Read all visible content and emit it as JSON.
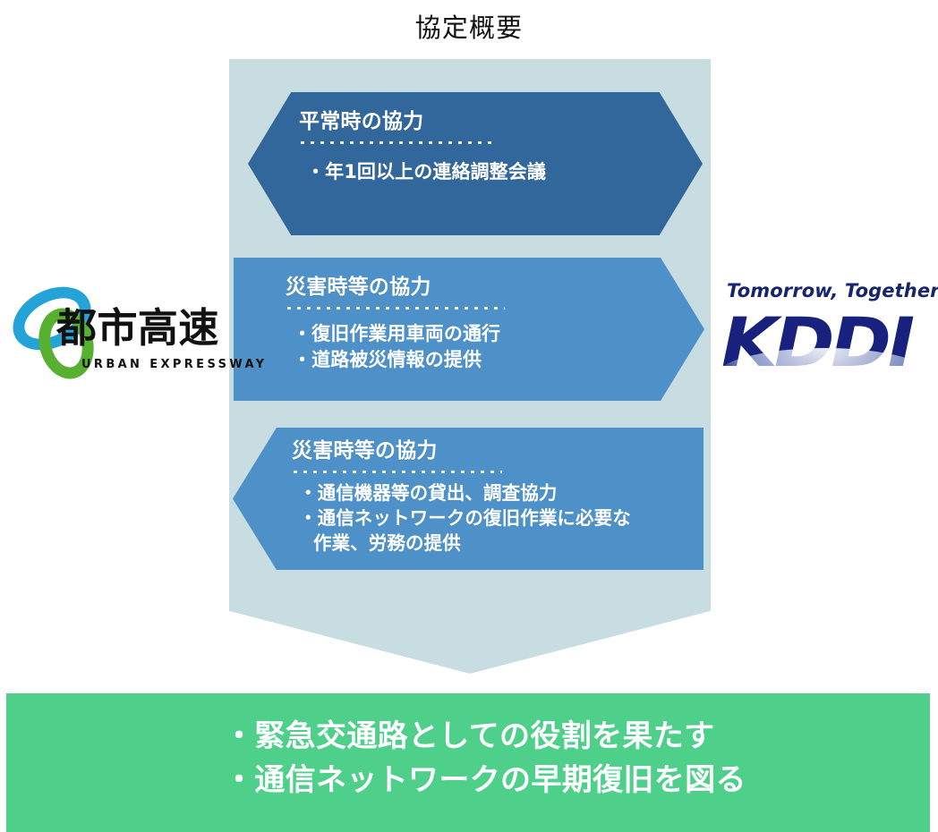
{
  "page": {
    "title": "協定概要",
    "background_color": "#ffffff"
  },
  "colors": {
    "panel": "#c7dde2",
    "block_dark_blue": "#31679b",
    "block_blue": "#4e90c8",
    "banner_green": "#4ed08b",
    "logo_blue_ring": "#23a3d8",
    "logo_green_ring": "#57b030",
    "kddi_navy": "#18217d",
    "text_white": "#ffffff",
    "text_black": "#111111"
  },
  "center_panel": {
    "shape": "down-arrow",
    "blocks": [
      {
        "id": "block-1",
        "shape": "double-headed-arrow",
        "heading": "平常時の協力",
        "items": [
          {
            "text": "・年1回以上の連絡調整会議",
            "continuation": false
          }
        ]
      },
      {
        "id": "block-2",
        "shape": "right-arrow",
        "heading": "災害時等の協力",
        "items": [
          {
            "text": "・復旧作業用車両の通行",
            "continuation": false
          },
          {
            "text": "・道路被災情報の提供",
            "continuation": false
          }
        ]
      },
      {
        "id": "block-3",
        "shape": "left-arrow",
        "heading": "災害時等の協力",
        "items": [
          {
            "text": "・通信機器等の貸出、調査協力",
            "continuation": false
          },
          {
            "text": "・通信ネットワークの復旧作業に必要な",
            "continuation": false
          },
          {
            "text": "作業、労務の提供",
            "continuation": true
          }
        ]
      }
    ]
  },
  "left_logo": {
    "name": "urban-expressway-logo",
    "kanji": "都市高速",
    "roman": "URBAN EXPRESSWAY"
  },
  "right_logo": {
    "name": "kddi-logo",
    "tagline": "Tomorrow, Together",
    "wordmark": "KDDI"
  },
  "outcome_banner": {
    "items": [
      "・緊急交通路としての役割を果たす",
      "・通信ネットワークの早期復旧を図る"
    ]
  }
}
